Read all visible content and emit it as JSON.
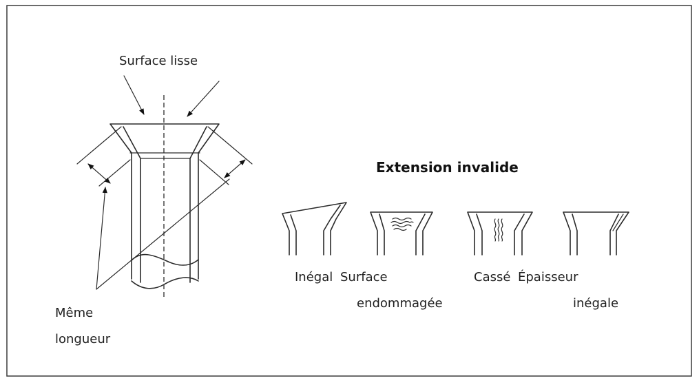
{
  "labels": {
    "surface_lisse": "Surface lisse",
    "meme_line1": "Même",
    "meme_line2": "longueur",
    "extension_invalide": "Extension invalide",
    "inegal": "Inégal",
    "surface": "Surface",
    "endommagee": "endommagée",
    "casse": "Cassé",
    "epaisseur": "Épaisseur",
    "inegale": "inégale"
  }
}
